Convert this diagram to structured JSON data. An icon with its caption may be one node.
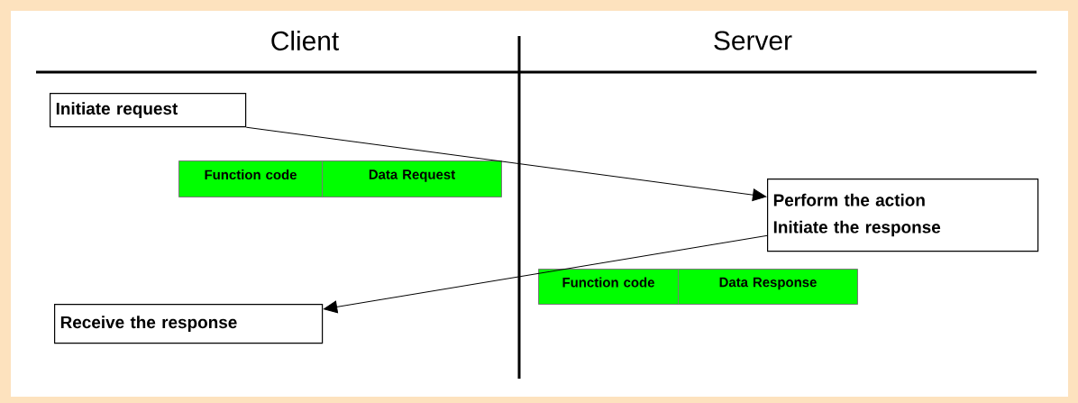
{
  "diagram": {
    "nodes": [
      {
        "text": [
          "Initiate request"
        ]
      },
      {
        "text": [
          "Function code"
        ]
      },
      {
        "text": [
          "Data Request"
        ]
      },
      {
        "text": [
          "Perform the action",
          "Initiate the response"
        ]
      },
      {
        "text": [
          "Function code"
        ]
      },
      {
        "text": [
          "Data Response"
        ]
      },
      {
        "text": [
          "Receive the response"
        ]
      }
    ],
    "edges": [
      {
        "from": 0,
        "to": 3,
        "arrow": "to"
      },
      {
        "from": 3,
        "to": 6,
        "arrow": "to"
      }
    ],
    "labels": [
      "Client",
      "Server"
    ]
  }
}
